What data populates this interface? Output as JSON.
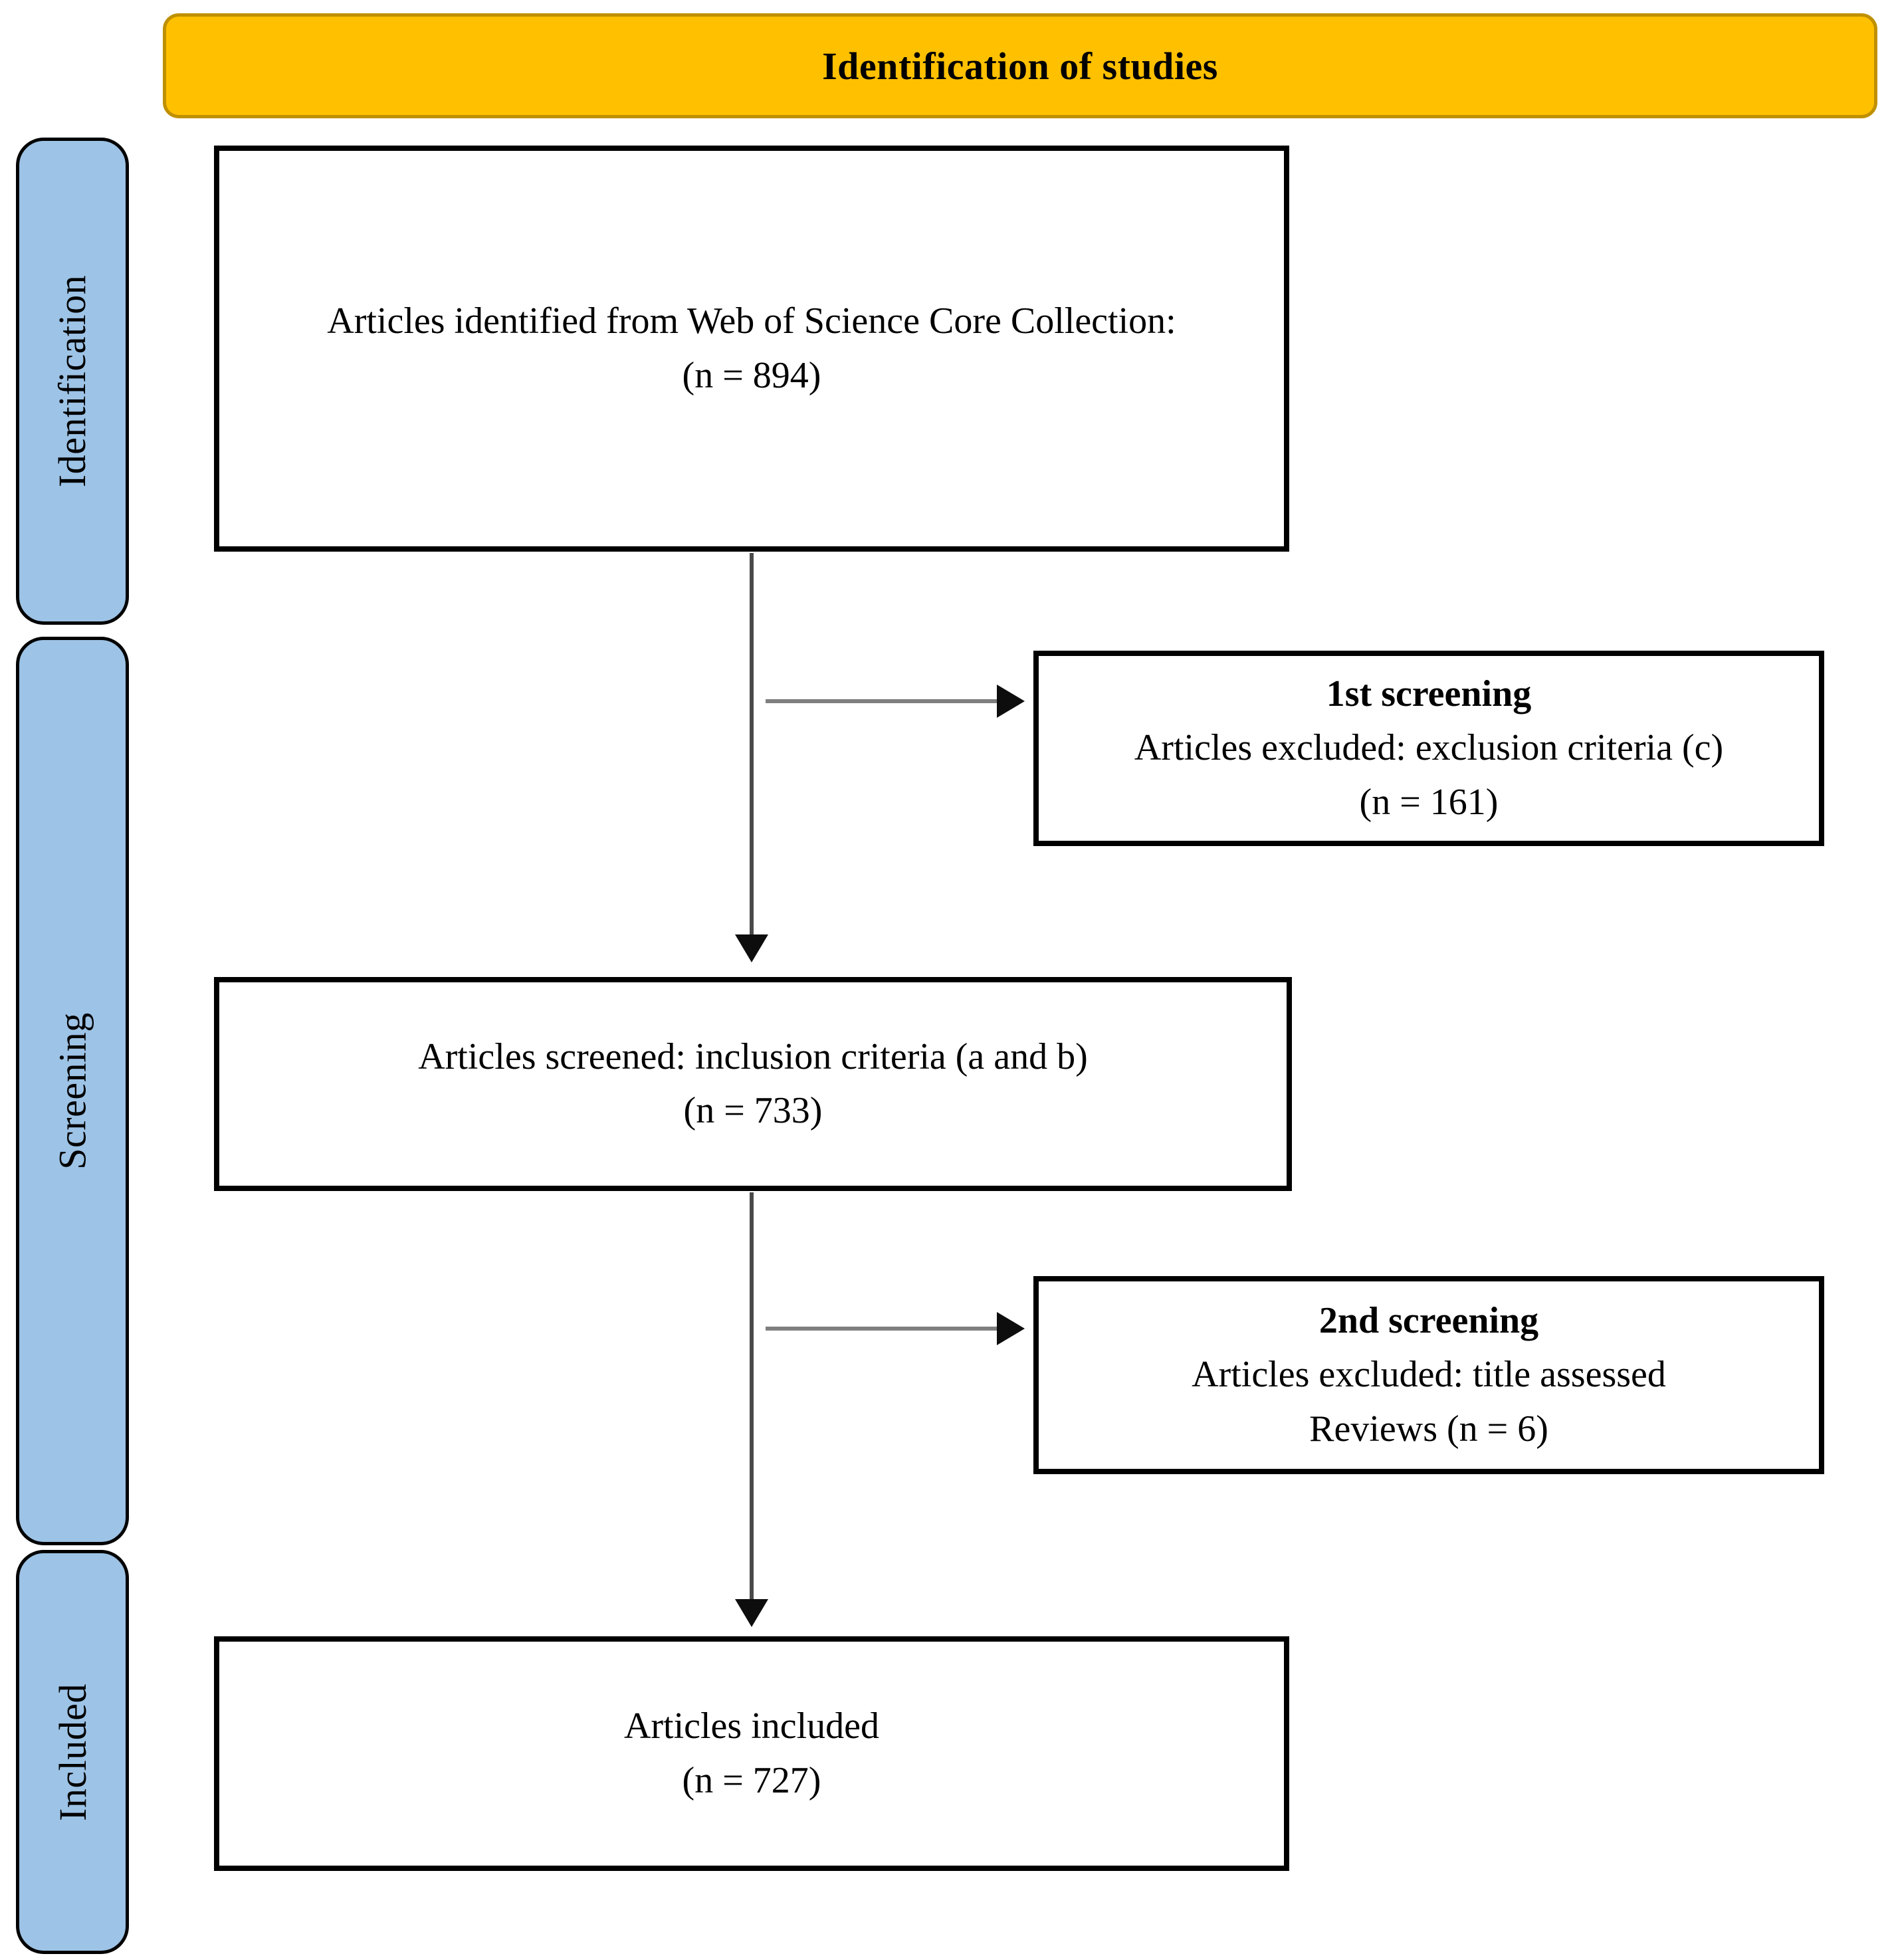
{
  "banner": {
    "title": "Identification of studies"
  },
  "sidebar": {
    "stages": [
      {
        "label": "Identification"
      },
      {
        "label": "Screening"
      },
      {
        "label": "Included"
      }
    ]
  },
  "flow": {
    "identified": {
      "line1": "Articles identified from Web of Science Core Collection:",
      "line2": "(n = 894)"
    },
    "excluded_first": {
      "title": "1st screening",
      "line1": "Articles excluded: exclusion criteria (c)",
      "line2": "(n = 161)"
    },
    "screened": {
      "line1": "Articles screened: inclusion criteria (a and b)",
      "line2": "(n = 733)"
    },
    "excluded_second": {
      "title": "2nd screening",
      "line1": "Articles excluded: title assessed",
      "line2": "Reviews (n = 6)"
    },
    "included": {
      "line1": "Articles included",
      "line2": "(n = 727)"
    }
  },
  "colors": {
    "banner_fill": "#FFC000",
    "banner_border": "#BF9000",
    "stage_fill": "#9DC3E6",
    "stage_border": "#000000",
    "box_border": "#000000",
    "arrow_vertical": "#4a4a4a",
    "arrow_horizontal": "#7f7f7f",
    "arrowhead": "#0d0d0d"
  }
}
